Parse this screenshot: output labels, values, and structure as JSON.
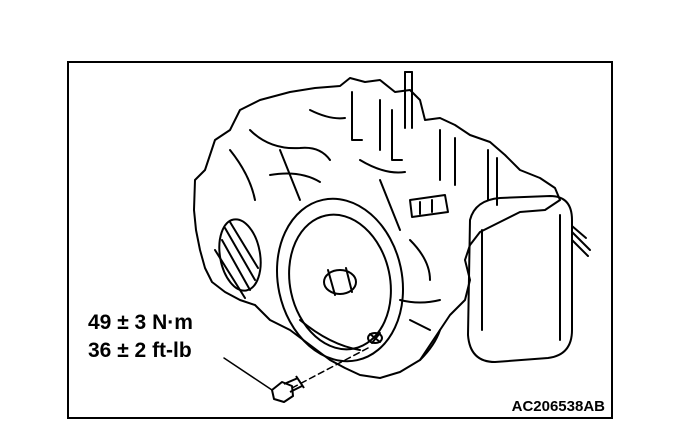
{
  "torque": {
    "metric": "49 ± 3 N·m",
    "imperial": "36 ± 2 ft-lb"
  },
  "figure_code": "AC206538AB",
  "illustration": {
    "subject": "transaxle-case",
    "fastener": "bolt"
  }
}
